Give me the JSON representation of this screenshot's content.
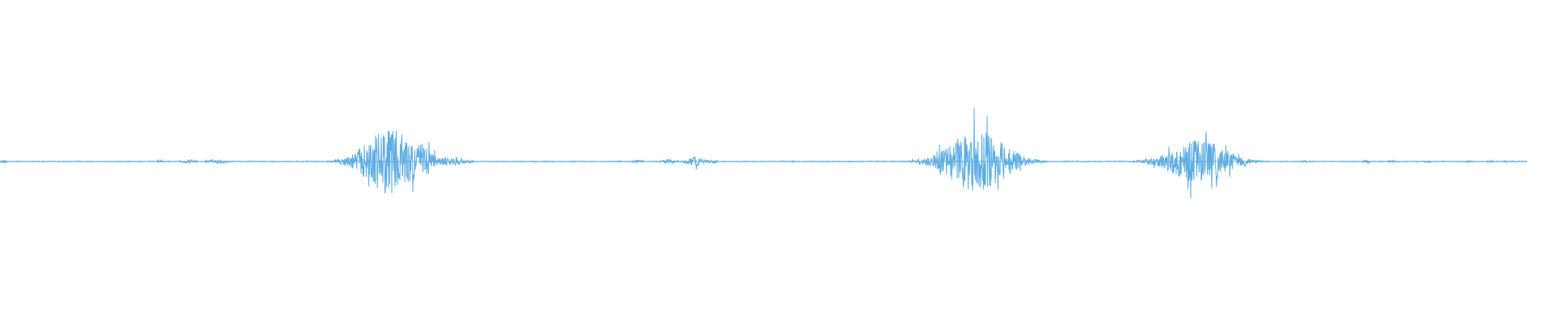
{
  "waveform": {
    "color": "#5DADE2",
    "background": "#ffffff",
    "bursts": [
      {
        "center_time": 0.002,
        "amplitude": 0.06,
        "duration": 0.004
      },
      {
        "center_time": 0.105,
        "amplitude": 0.03,
        "duration": 0.006
      },
      {
        "center_time": 0.124,
        "amplitude": 0.05,
        "duration": 0.008
      },
      {
        "center_time": 0.142,
        "amplitude": 0.06,
        "duration": 0.01
      },
      {
        "center_time": 0.255,
        "amplitude": 0.98,
        "duration": 0.03
      },
      {
        "center_time": 0.275,
        "amplitude": 0.55,
        "duration": 0.014
      },
      {
        "center_time": 0.292,
        "amplitude": 0.12,
        "duration": 0.02
      },
      {
        "center_time": 0.418,
        "amplitude": 0.05,
        "duration": 0.006
      },
      {
        "center_time": 0.438,
        "amplitude": 0.07,
        "duration": 0.008
      },
      {
        "center_time": 0.455,
        "amplitude": 0.14,
        "duration": 0.01
      },
      {
        "center_time": 0.466,
        "amplitude": 0.05,
        "duration": 0.006
      },
      {
        "center_time": 0.64,
        "amplitude": 0.93,
        "duration": 0.034
      },
      {
        "center_time": 0.665,
        "amplitude": 0.28,
        "duration": 0.01
      },
      {
        "center_time": 0.678,
        "amplitude": 0.06,
        "duration": 0.01
      },
      {
        "center_time": 0.785,
        "amplitude": 0.65,
        "duration": 0.034
      },
      {
        "center_time": 0.805,
        "amplitude": 0.16,
        "duration": 0.01
      },
      {
        "center_time": 0.82,
        "amplitude": 0.04,
        "duration": 0.01
      },
      {
        "center_time": 0.855,
        "amplitude": 0.03,
        "duration": 0.006
      },
      {
        "center_time": 0.895,
        "amplitude": 0.04,
        "duration": 0.004
      },
      {
        "center_time": 0.912,
        "amplitude": 0.04,
        "duration": 0.006
      },
      {
        "center_time": 0.936,
        "amplitude": 0.03,
        "duration": 0.004
      },
      {
        "center_time": 0.962,
        "amplitude": 0.03,
        "duration": 0.004
      },
      {
        "center_time": 0.976,
        "amplitude": 0.04,
        "duration": 0.004
      },
      {
        "center_time": 0.986,
        "amplitude": 0.03,
        "duration": 0.003
      }
    ]
  }
}
